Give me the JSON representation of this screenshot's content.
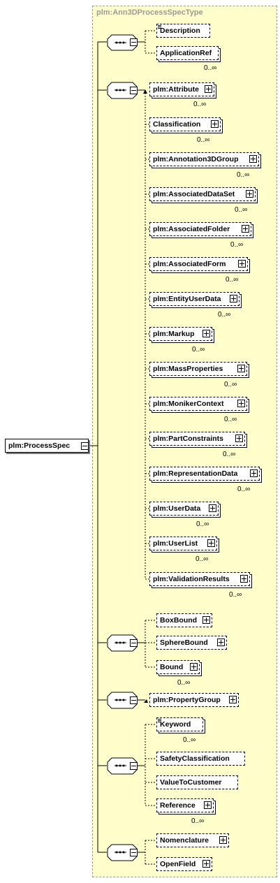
{
  "diagram": {
    "type_name": "plm:Ann3DProcessSpecType",
    "root": "plm:ProcessSpec",
    "groups": [
      {
        "items": [
          {
            "label": "Description",
            "occ": "",
            "doc": true
          },
          {
            "label": "ApplicationRef",
            "occ": "0..∞",
            "doc": false
          }
        ]
      },
      {
        "items": [
          {
            "label": "plm:Attribute",
            "occ": "0..∞"
          },
          {
            "label": "Classification",
            "occ": "0..∞"
          },
          {
            "label": "plm:Annotation3DGroup",
            "occ": "0..∞"
          },
          {
            "label": "plm:AssociatedDataSet",
            "occ": "0..∞"
          },
          {
            "label": "plm:AssociatedFolder",
            "occ": "0..∞"
          },
          {
            "label": "plm:AssociatedForm",
            "occ": "0..∞"
          },
          {
            "label": "plm:EntityUserData",
            "occ": "0..∞"
          },
          {
            "label": "plm:Markup",
            "occ": "0..∞"
          },
          {
            "label": "plm:MassProperties",
            "occ": "0..∞"
          },
          {
            "label": "plm:MonikerContext",
            "occ": "0..∞"
          },
          {
            "label": "plm:PartConstraints",
            "occ": "0..∞"
          },
          {
            "label": "plm:RepresentationData",
            "occ": "0..∞"
          },
          {
            "label": "plm:UserData",
            "occ": "0..∞"
          },
          {
            "label": "plm:UserList",
            "occ": "0..∞"
          },
          {
            "label": "plm:ValidationResults",
            "occ": "0..∞"
          }
        ]
      },
      {
        "items": [
          {
            "label": "BoxBound",
            "occ": ""
          },
          {
            "label": "SphereBound",
            "occ": ""
          },
          {
            "label": "Bound",
            "occ": "0..∞"
          }
        ]
      },
      {
        "items": [
          {
            "label": "plm:PropertyGroup",
            "occ": ""
          }
        ]
      },
      {
        "items": [
          {
            "label": "Keyword",
            "occ": "0..∞"
          },
          {
            "label": "SafetyClassification",
            "occ": ""
          },
          {
            "label": "ValueToCustomer",
            "occ": ""
          },
          {
            "label": "Reference",
            "occ": "0..∞"
          }
        ]
      },
      {
        "items": [
          {
            "label": "Nomenclature",
            "occ": ""
          },
          {
            "label": "OpenField",
            "occ": ""
          }
        ]
      }
    ]
  }
}
